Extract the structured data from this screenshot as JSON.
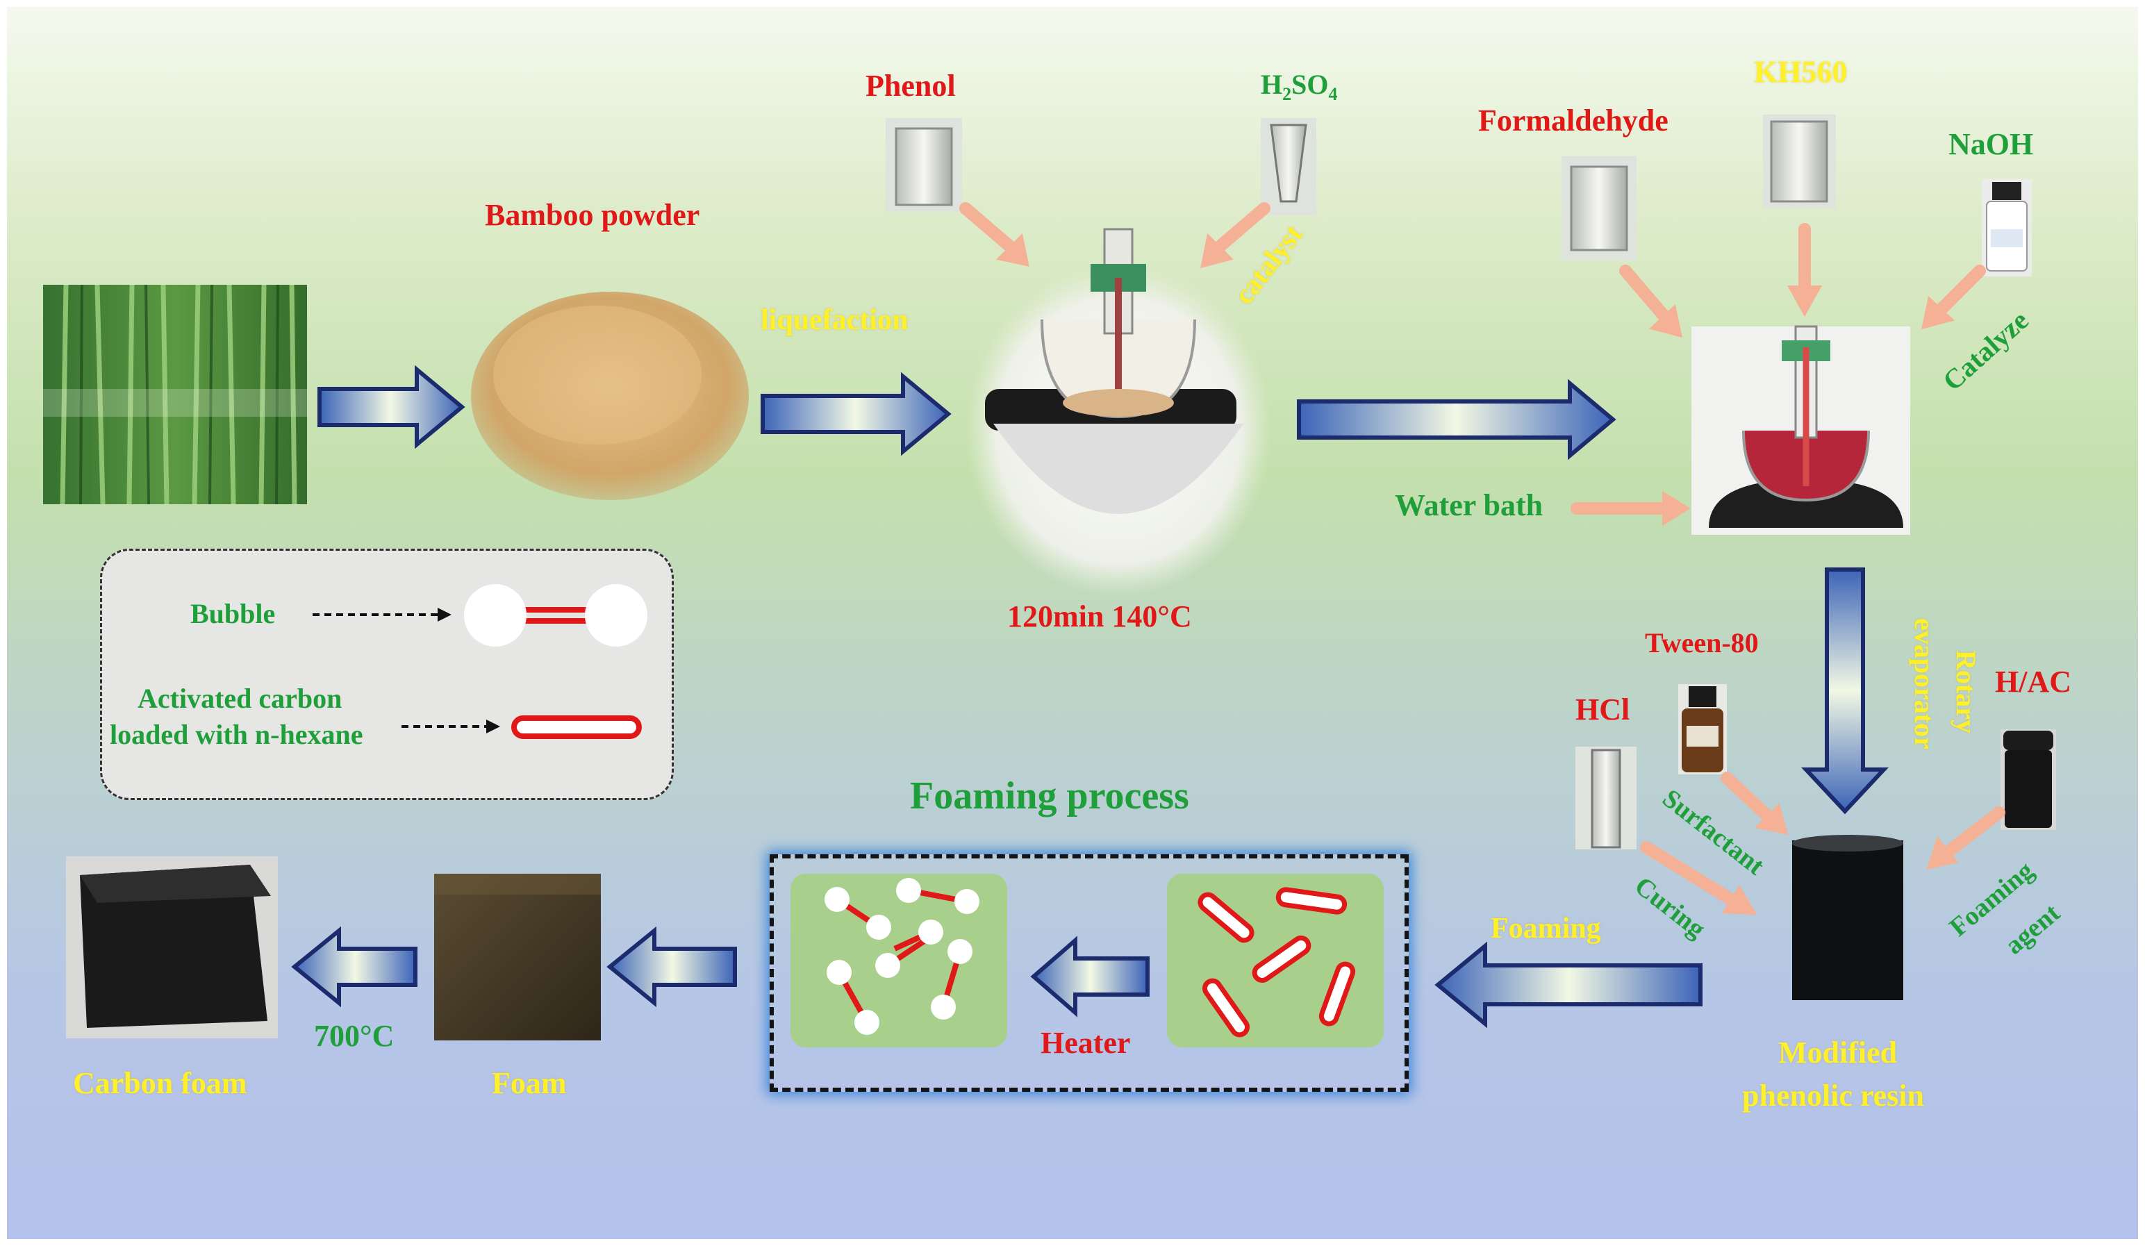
{
  "labels": {
    "bamboo_powder": "Bamboo powder",
    "liquefaction": "liquefaction",
    "phenol": "Phenol",
    "h2so4_main": "H",
    "h2so4_sub2": "2",
    "h2so4_so": "SO",
    "h2so4_sub4": "4",
    "catalyst": "catalyst",
    "temp_time": "120min 140°C",
    "formaldehyde": "Formaldehyde",
    "kh560": "KH560",
    "naoh": "NaOH",
    "catalyze": "Catalyze",
    "water_bath": "Water bath",
    "rotary": "Rotary",
    "evaporator": "evaporator",
    "tween80": "Tween-80",
    "hcl": "HCl",
    "hac": "H/AC",
    "surfactant": "Surfactant",
    "curing": "Curing",
    "foaming_agent_1": "Foaming",
    "foaming_agent_2": "agent",
    "foaming": "Foaming",
    "modified_1": "Modified",
    "modified_2": "phenolic resin",
    "foaming_process": "Foaming process",
    "heater": "Heater",
    "foam": "Foam",
    "carbon_foam": "Carbon foam",
    "temp_700": "700°C"
  },
  "legend": {
    "bubble": "Bubble",
    "ac_line1": "Activated carbon",
    "ac_line2": "loaded with n-hexane"
  },
  "colors": {
    "red_label": "#e01818",
    "green_label": "#1f9f3a",
    "yellow_label": "#fff02a",
    "arrow_body": "#1c2a6e",
    "feed_arrow": "#f4b196"
  }
}
